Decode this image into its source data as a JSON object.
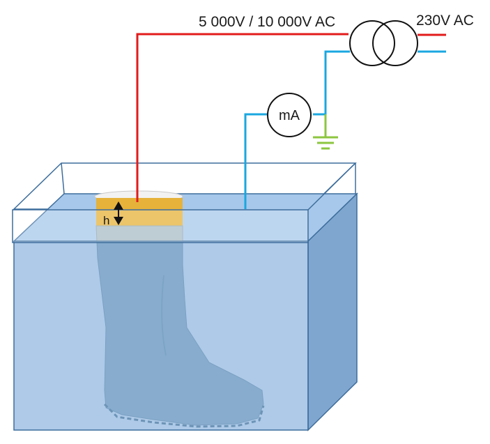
{
  "labels": {
    "hv_voltage": "5 000V / 10 000V AC",
    "mains_voltage": "230V AC",
    "meter": "mA",
    "height": "h"
  },
  "icons": {
    "transformer": "transformer-icon",
    "ammeter": "ammeter-icon",
    "ground": "ground-icon",
    "boot": "rubber-boot-icon",
    "height_arrow": "double-arrow-icon"
  },
  "colors": {
    "hv_wire": "#e21b1b",
    "lv_wire": "#1aa7e0",
    "ground": "#8cc63f",
    "water": "#8fb8e0",
    "tank_edge": "#3d6d9c",
    "boot_band": "#e6b23a",
    "boot_body": "#a8bdc6"
  }
}
